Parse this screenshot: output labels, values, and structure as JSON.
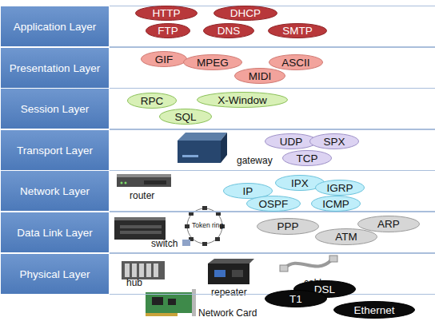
{
  "diagram": {
    "nodes": [
      {
        "text": [
          "Application Layer"
        ]
      },
      {
        "text": [
          "HTTP"
        ],
        "in": 0
      },
      {
        "text": [
          "DHCP"
        ],
        "in": 0
      },
      {
        "text": [
          "FTP"
        ],
        "in": 0
      },
      {
        "text": [
          "DNS"
        ],
        "in": 0
      },
      {
        "text": [
          "SMTP"
        ],
        "in": 0
      },
      {
        "text": [
          "Presentation Layer"
        ]
      },
      {
        "text": [
          "GIF"
        ],
        "in": 6
      },
      {
        "text": [
          "MPEG"
        ],
        "in": 6
      },
      {
        "text": [
          "ASCII"
        ],
        "in": 6
      },
      {
        "text": [
          "MIDI"
        ],
        "in": 6
      },
      {
        "text": [
          "Session Layer"
        ]
      },
      {
        "text": [
          "RPC"
        ],
        "in": 11
      },
      {
        "text": [
          "X-Window"
        ],
        "in": 11
      },
      {
        "text": [
          "SQL"
        ],
        "in": 11
      },
      {
        "text": [
          "Transport Layer"
        ]
      },
      {
        "text": [
          "UDP"
        ],
        "in": 15
      },
      {
        "text": [
          "SPX"
        ],
        "in": 15
      },
      {
        "text": [
          "TCP"
        ],
        "in": 15
      },
      {
        "text": [
          "Network Layer"
        ]
      },
      {
        "text": [
          "IPX"
        ],
        "in": 19
      },
      {
        "text": [
          "IP"
        ],
        "in": 19
      },
      {
        "text": [
          "IGRP"
        ],
        "in": 19
      },
      {
        "text": [
          "OSPF"
        ],
        "in": 19
      },
      {
        "text": [
          "ICMP"
        ],
        "in": 19
      },
      {
        "text": [
          "Data Link Layer"
        ]
      },
      {
        "text": [
          "PPP"
        ],
        "in": 25
      },
      {
        "text": [
          "ARP"
        ],
        "in": 25
      },
      {
        "text": [
          "ATM"
        ],
        "in": 25
      },
      {
        "text": [
          "Physical Layer"
        ]
      },
      {
        "text": [
          "DSL"
        ],
        "in": 29
      },
      {
        "text": [
          "T1"
        ],
        "in": 29
      },
      {
        "text": [
          "Ethernet"
        ],
        "in": 29
      }
    ],
    "labels": [
      "gateway",
      "router",
      "switch",
      "Token ring",
      "hub",
      "repeater",
      "cable",
      "Network Card"
    ]
  }
}
